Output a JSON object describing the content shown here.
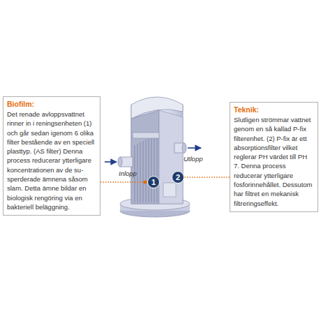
{
  "diagram": {
    "nodes": [
      {
        "text": [
          "Biofilm:",
          "Det renade avloppsvattnet rinner in i reningsenheten (1) och går sedan igenom 6 olika filter bestående av en speciell plasttyp. (AS filter) Denna process reducerar ytterligare koncentrationen av de su- sperderade ämnena såsom slam. Detta ämne bildar en biologisk rengöring via en bakteriell beläggning."
        ]
      },
      {
        "text": [
          "1"
        ]
      },
      {
        "text": [
          "2"
        ]
      },
      {
        "text": [
          "Teknik:",
          "Slutligen strömmar vattnet genom en så kallad P-fix filterenhet. (2) P-fix är ett absorptionsfilter vilket reglerar PH värdet till PH 7. Denna process reducerar ytterligare fosforinnehållet. Dessutom har filtret en mekanisk filtreringseffekt."
        ]
      }
    ],
    "edges": [
      {
        "from": 0,
        "to": 1,
        "arrow": "none"
      },
      {
        "from": 3,
        "to": 2,
        "arrow": "none"
      }
    ],
    "labels": [
      "Inlopp",
      "Utlopp"
    ]
  }
}
